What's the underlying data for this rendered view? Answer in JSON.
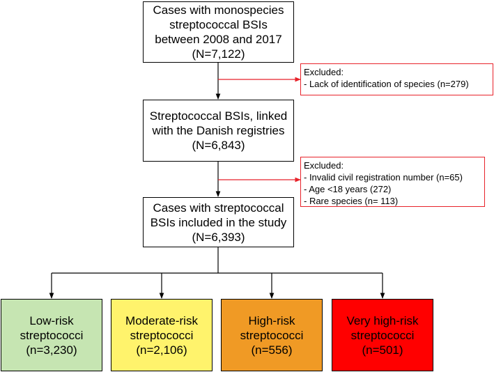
{
  "main_flow": {
    "top_box": [
      "Cases with monospecies",
      "streptococcal BSIs",
      "between 2008 and 2017",
      "(N=7,122)"
    ],
    "linked_box": [
      "Streptococcal BSIs, linked",
      "with the Danish registries",
      "(N=6,843)"
    ],
    "included_box": [
      "Cases with streptococcal",
      "BSIs included in the study",
      "(N=6,393)"
    ]
  },
  "exclusions": {
    "first": {
      "title": "Excluded:",
      "items": [
        "- Lack of identification of species (n=279)"
      ]
    },
    "second": {
      "title": "Excluded:",
      "items": [
        "- Invalid civil registration number (n=65)",
        "- Age <18 years (272)",
        "- Rare species (n= 113)"
      ]
    }
  },
  "risk_groups": [
    {
      "lines": [
        "Low-risk",
        "streptococci",
        "(n=3,230)"
      ],
      "fill": "#c6e5b2",
      "text_color": "#000000"
    },
    {
      "lines": [
        "Moderate-risk",
        "streptococci",
        "(n=2,106)"
      ],
      "fill": "#fff36c",
      "text_color": "#000000"
    },
    {
      "lines": [
        "High-risk",
        "streptococci",
        "(n=556)"
      ],
      "fill": "#f09a25",
      "text_color": "#000000"
    },
    {
      "lines": [
        "Very high-risk",
        "streptococci",
        "(n=501)"
      ],
      "fill": "#ff0000",
      "text_color": "#000000"
    }
  ],
  "colors": {
    "exclusion_border": "#e8222a",
    "flow_line": "#000000"
  }
}
